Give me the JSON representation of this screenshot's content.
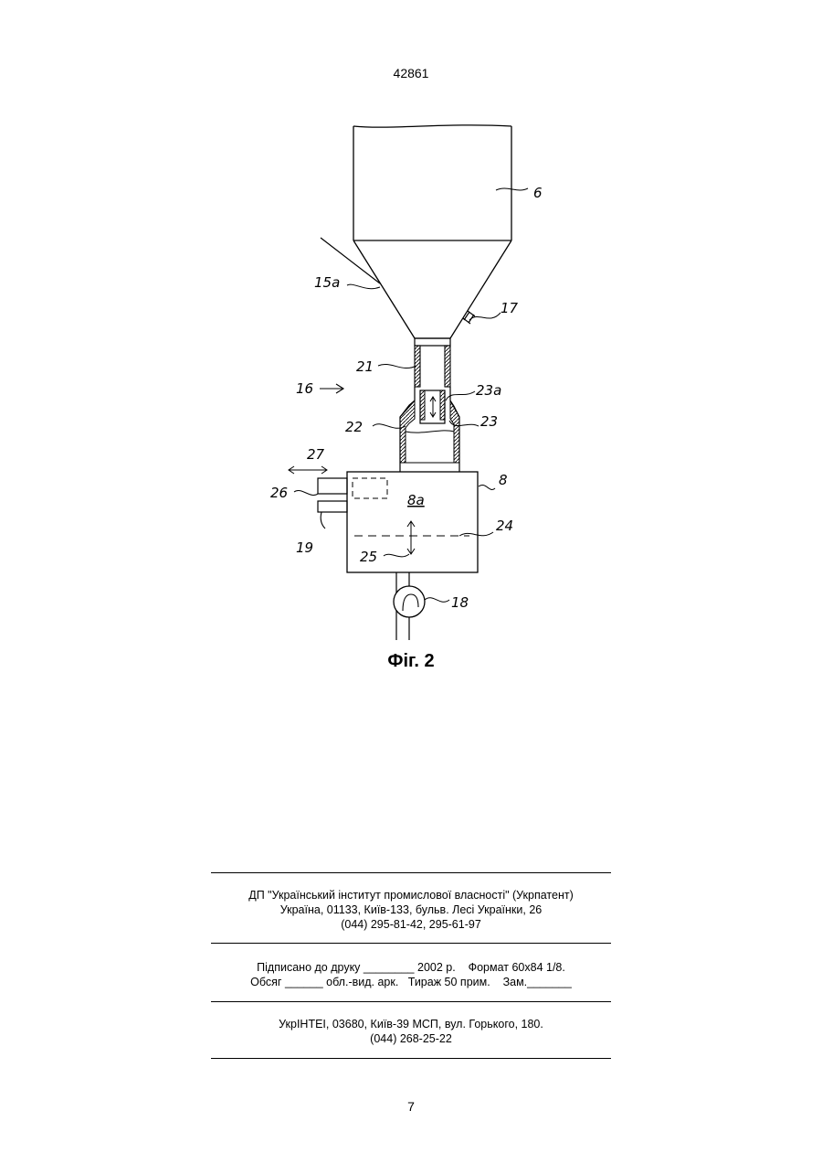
{
  "header": {
    "patent_number": "42861"
  },
  "figure": {
    "caption": "Фіг. 2",
    "labels": {
      "l6": "6",
      "l15a": "15a",
      "l17": "17",
      "l16": "16",
      "l21": "21",
      "l23a": "23a",
      "l22": "22",
      "l23": "23",
      "l27": "27",
      "l8": "8",
      "l26": "26",
      "l8a": "8a",
      "l19": "19",
      "l24": "24",
      "l25": "25",
      "l18": "18"
    }
  },
  "imprint": {
    "publisher": {
      "line1": "ДП \"Український інститут промислової власності\" (Укрпатент)",
      "line2": "Україна, 01133, Київ-133, бульв. Лесі Українки, 26",
      "line3": "(044) 295-81-42, 295-61-97"
    },
    "print": {
      "line1": "Підписано до друку ________ 2002 р.    Формат 60х84 1/8.",
      "line2": "Обсяг ______ обл.-вид. арк.   Тираж 50 прим.    Зам._______"
    },
    "printer": {
      "line1": "УкрІНТЕІ, 03680, Київ-39 МСП, вул. Горького, 180.",
      "line2": "(044) 268-25-22"
    }
  },
  "footer": {
    "page_number": "7"
  }
}
